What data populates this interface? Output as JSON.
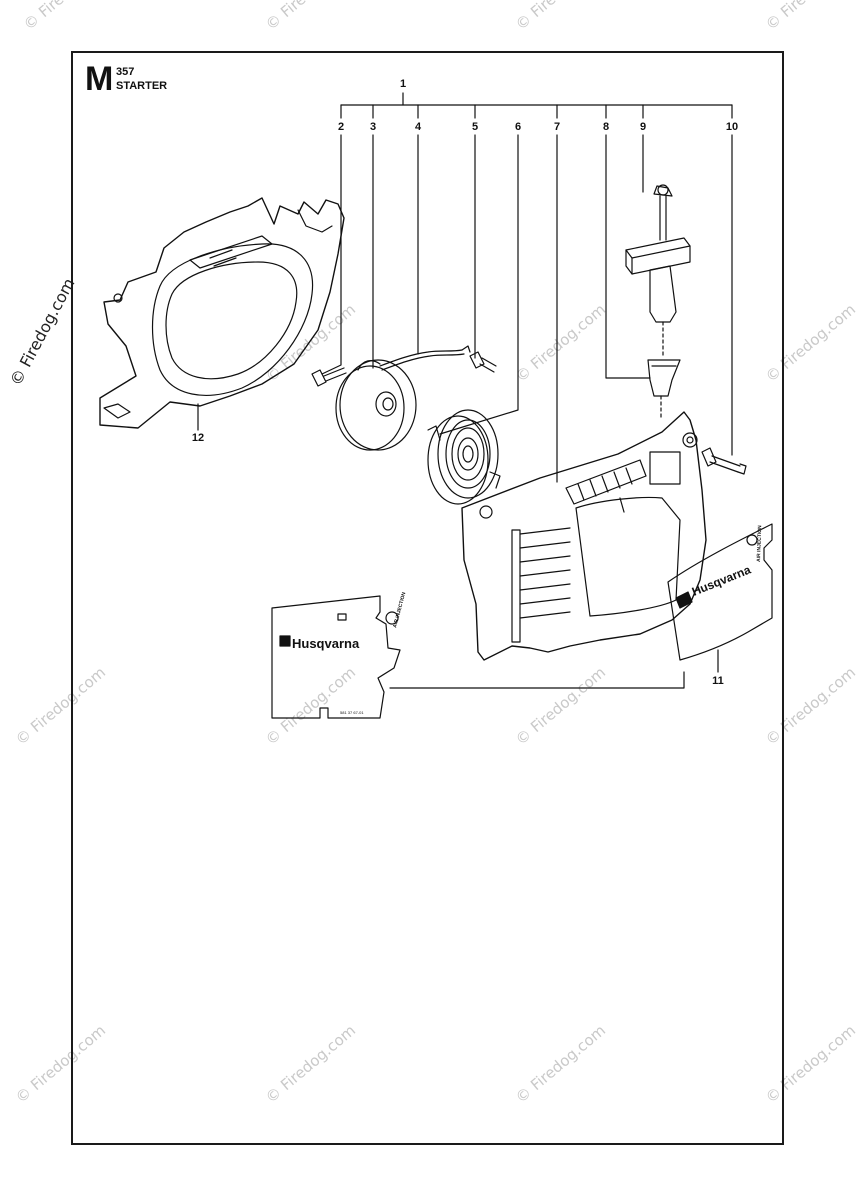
{
  "header": {
    "section_letter": "M",
    "model": "357",
    "title": "STARTER"
  },
  "callouts": {
    "c1": "1",
    "c2": "2",
    "c3": "3",
    "c4": "4",
    "c5": "5",
    "c6": "6",
    "c7": "7",
    "c8": "8",
    "c9": "9",
    "c10": "10",
    "c11": "11",
    "c12": "12"
  },
  "brand": {
    "logo_text": "Husqvarna",
    "sticker_small_text": "AIR INJECTION",
    "sticker_code": "581 37 67-01"
  },
  "watermark": {
    "text": "© Firedog.com"
  }
}
